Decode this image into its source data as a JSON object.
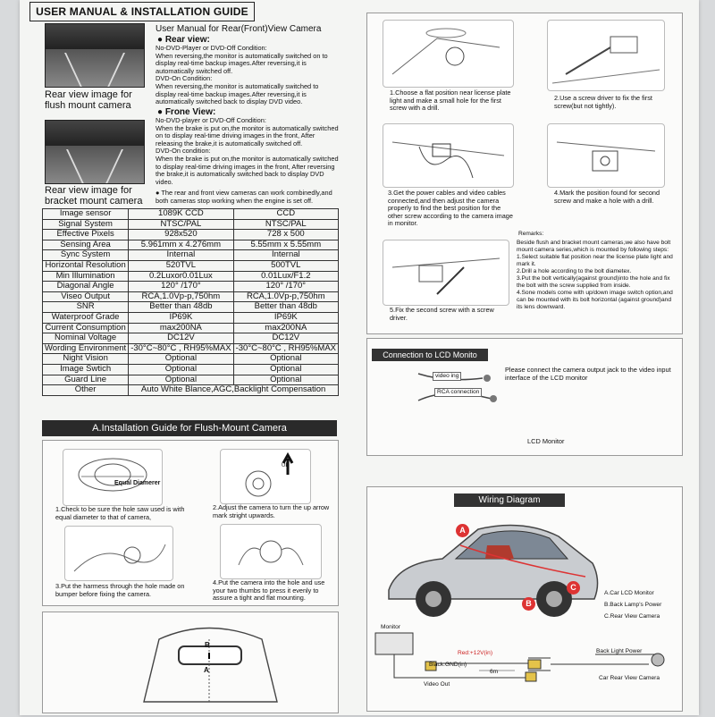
{
  "header": {
    "title": "USER MANUAL & INSTALLATION GUIDE"
  },
  "intro": {
    "caption1": "Rear view image for flush mount camera",
    "caption2": "Rear view image for bracket mount camera",
    "manual_title": "User Manual for Rear(Front)View Camera",
    "rear_view_title": "Rear view:",
    "rear_view_text": "No-DVD-Player or DVD-Off Condition:\nWhen reversing,the monitor is automatically switched on to display real-time backup images.After reversing,it is automatically switched off.\nDVD-On Condition:\nWhen reversing,the monitor is automatically switched to display real-time backup images.After reversing,it is automatically switched back to display DVD video.",
    "front_view_title": "Frone View:",
    "front_view_text": "No-DVD-player or DVD-Off Condition:\nWhen the brake is put on,the monitor is automatically switched on to display real-time driving images in the front, After releasing the brake,it is automatically switched off.\nDVD-On condition:\nWhen the brake is put on,the monitor is automatically switched to display real-time driving images in the front, After reversing the brake,it is automatically switched back to display DVD video.",
    "note": "The rear and front view cameras can work combinedly,and both cameras stop working when the engine is set off."
  },
  "spec_table": {
    "rows": [
      {
        "label": "Image sensor",
        "v1": "1089K CCD",
        "v2": "CCD"
      },
      {
        "label": "Signal System",
        "v1": "NTSC/PAL",
        "v2": "NTSC/PAL"
      },
      {
        "label": "Effective Pixels",
        "v1": "928x520",
        "v2": "728 x 500"
      },
      {
        "label": "Sensing Area",
        "v1": "5.961mm x 4.276mm",
        "v2": "5.55mm x 5.55mm"
      },
      {
        "label": "Sync System",
        "v1": "Internal",
        "v2": "Internal"
      },
      {
        "label": "Horizontal Resolution",
        "v1": "520TVL",
        "v2": "500TVL"
      },
      {
        "label": "Min Illumination",
        "v1": "0.2Luxor0.01Lux",
        "v2": "0.01Lux/F1.2"
      },
      {
        "label": "Diagonal Angle",
        "v1": "120° /170°",
        "v2": "120° /170°"
      },
      {
        "label": "Viseo Output",
        "v1": "RCA,1.0Vp-p,750hm",
        "v2": "RCA,1.0Vp-p,750hm"
      },
      {
        "label": "SNR",
        "v1": "Better than 48db",
        "v2": "Better than 48db"
      },
      {
        "label": "Waterproof Grade",
        "v1": "IP69K",
        "v2": "IP69K"
      },
      {
        "label": "Current Consumption",
        "v1": "max200NA",
        "v2": "max200NA"
      },
      {
        "label": "Nominal Voltage",
        "v1": "DC12V",
        "v2": "DC12V"
      },
      {
        "label": "Wording Environment",
        "v1": "-30°C~80°C , RH95%MAX",
        "v2": "-30°C~80°C , RH95%MAX"
      },
      {
        "label": "Night Vision",
        "v1": "Optional",
        "v2": "Optional"
      },
      {
        "label": "Image Swtich",
        "v1": "Optional",
        "v2": "Optional"
      },
      {
        "label": "Guard Line",
        "v1": "Optional",
        "v2": "Optional"
      },
      {
        "label": "Other",
        "v1": "Auto White Blance,AGC,Backlight Compensation",
        "v2": ""
      }
    ]
  },
  "flush_guide": {
    "banner": "A.Installation Guide for Flush-Mount Camera",
    "equal_label": "Equal Diamerer",
    "up_label": "UP",
    "step1": "1.Check to be sure the hole saw used is with equal diameter to that of camera,",
    "step2": "2.Adjust the camera to turn the up arrow mark stright upwards.",
    "step3": "3.Put the harmess through the hole made on bumper before fixing the camera.",
    "step4": "4.Put the camera into the hole and use your two thumbs to press it evenly to assure a tight and flat mounting.",
    "dim_a": "A",
    "dim_b": "B"
  },
  "bracket_guide": {
    "step1": "1.Choose a flat position near license plate light and make a small hole for the first screw with a drill.",
    "step2": "2.Use a screw driver to fix the first screw(but not tightly).",
    "step3": "3.Get the power cables and video cables connected,and then adjust the camera properly to find the best position for the other screw according to the camera image in monitor.",
    "step4": "4.Mark the position found for second screw and make a hole with a drill.",
    "step5": "5.Fix the second screw with a screw driver.",
    "remarks_title": "Remarks:",
    "remarks_text": "Beside flush and bracket mount cameras,we also have bolt mount camera series,which is mounted by following steps:\n1.Select suitable flat position near the license plate light and mark it.\n2.Drill a hole according to the bolt diametex.\n3.Put the bolt vertically(against ground)into the hole and fix the bolt with the screw supplied from inside.\n4.Sone models come with up/down image switch option,and can be mounted with its bolt horizontal (against ground)and its lens downward."
  },
  "lcd": {
    "title": "Connection to LCD Monito",
    "text": "Please connect the camera output jack to the video input interface of the LCD monitor",
    "monitor_label": "LCD Monitor",
    "video_label": "video ing",
    "rca_label": "RCA connection"
  },
  "wiring": {
    "title": "Wiring Diagram",
    "legend_a": "A.Car LCD Monitor",
    "legend_b": "B.Back Lamp's Power",
    "legend_c": "C.Rear View Camera",
    "marker_a": "A",
    "marker_b": "B",
    "marker_c": "C",
    "monitor": "Monitor",
    "red": "Red:+12V(in)",
    "black": "Black:GND(in)",
    "length": "6m",
    "video_out": "Video Out",
    "back_light": "Back Light Power",
    "camera": "Car Rear View Camera"
  }
}
